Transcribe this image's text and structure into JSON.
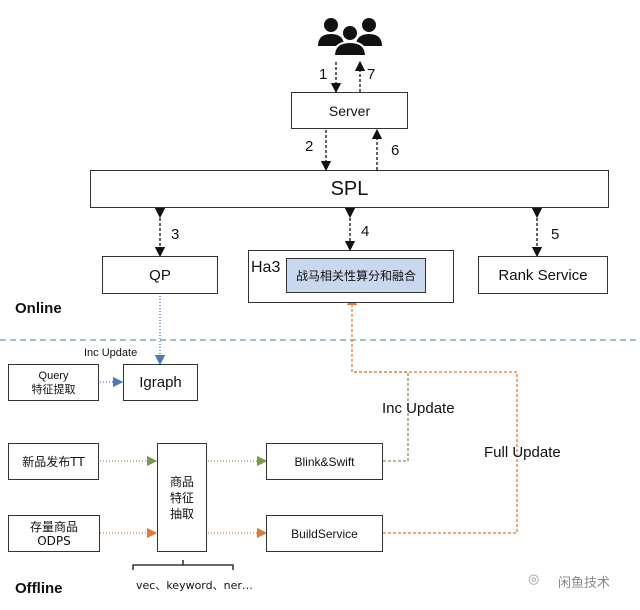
{
  "diagram": {
    "users_icon": "users-group-icon",
    "server": "Server",
    "spl": "SPL",
    "qp": "QP",
    "ha3": "Ha3",
    "ha3_inner": "战马相关性算分和融合",
    "rank_service": "Rank Service",
    "steps": [
      "1",
      "2",
      "3",
      "4",
      "5",
      "6",
      "7"
    ],
    "online_label": "Online",
    "offline_label": "Offline",
    "inc_update_small": "Inc Update",
    "query_feature": [
      "Query",
      "特征提取"
    ],
    "igraph": "Igraph",
    "new_item_tt": "新品发布TT",
    "stock_item": [
      "存量商品",
      "ODPS"
    ],
    "item_feature": [
      "商品",
      "特征",
      "抽取"
    ],
    "features_note": "vec、keyword、ner…",
    "blink_swift": "Blink&Swift",
    "build_service": "BuildService",
    "inc_update": "Inc Update",
    "full_update": "Full Update",
    "watermark": "闲鱼技术",
    "colors": {
      "green_flow": "#7a9a4a",
      "orange_flow": "#e07b39",
      "blue_flow": "#4a7ab8",
      "divider": "#7fa8b8",
      "ha3_inner_bg": "#c9d8ee"
    }
  }
}
